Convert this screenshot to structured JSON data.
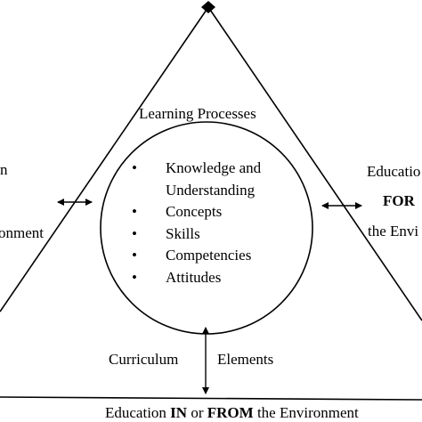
{
  "diagram": {
    "center_heading": "Learning Processes",
    "bullet_char": "•",
    "bullets": [
      [
        "Knowledge and",
        "Understanding"
      ],
      [
        "Concepts"
      ],
      [
        "Skills"
      ],
      [
        "Competencies"
      ],
      [
        "Attitudes"
      ]
    ],
    "left_label_top": "n",
    "left_label_bottom": "onment",
    "right_label_line1": "Educatio",
    "right_label_line2": "FOR",
    "right_label_line3": "the Envi",
    "bottom_left_label": "Curriculum",
    "bottom_right_label": "Elements",
    "base_label": {
      "part1": "Education ",
      "part2": "IN",
      "part3": " or ",
      "part4": "FROM",
      "part5": " the Environment"
    }
  }
}
